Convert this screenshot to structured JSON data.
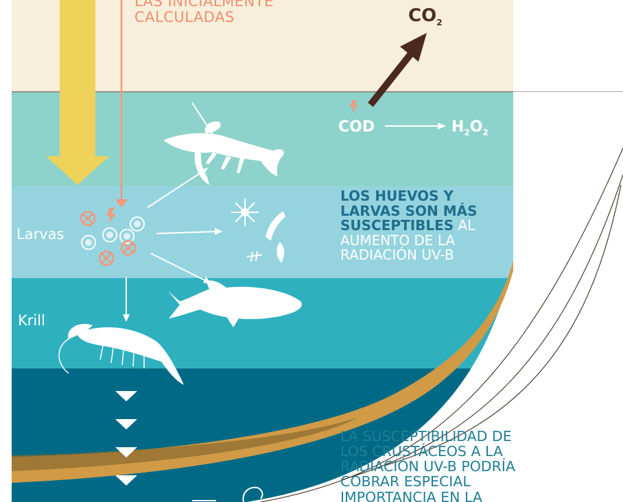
{
  "top_caption": {
    "lines": [
      "LAS INICIALMENTE",
      "CALCULADAS"
    ]
  },
  "chemistry": {
    "co2": {
      "text": "CO",
      "sub": "2"
    },
    "cod": {
      "text": "COD"
    },
    "h2o2": {
      "part1": "H",
      "sub1": "2",
      "part2": "O",
      "sub2": "2"
    }
  },
  "labels": {
    "larvas": "Larvas",
    "krill": "Krill"
  },
  "eggs_note": {
    "bold_line1": "LOS HUEVOS Y",
    "bold_line2": "LARVAS SON MÁS",
    "bold_line3": "SUSCEPTIBLES",
    "rest_line3": " AL",
    "line4": "AUMENTO DE LA",
    "line5": "RADIACIÓN UV-B"
  },
  "crustacean_note": {
    "lines": [
      "LA SUSCEPTIBILIDAD DE",
      "LOS CRUSTÁCEOS A LA",
      "RADIACIÓN UV-B PODRÍA",
      "COBRAR ESPECIAL",
      "IMPORTANCIA EN LA"
    ]
  },
  "colors": {
    "sky": "#f7efd9",
    "water_layer_1": "#8ed3cb",
    "water_layer_2": "#95d4df",
    "water_layer_3": "#2fb0be",
    "water_layer_4": "#006a86",
    "sediment": "#d09a47",
    "sunlight_arrow": "#eed25a",
    "uvb_arrow": "#f4977b",
    "co2_arrow": "#4a2a1e"
  },
  "icons": [
    "sunlight-arrow",
    "uvb-ray",
    "co2-arrow",
    "lightning-icon",
    "crayfish-icon",
    "plankton-icon",
    "fish-icon",
    "krill-icon",
    "larva-icon",
    "sinking-triangle"
  ]
}
